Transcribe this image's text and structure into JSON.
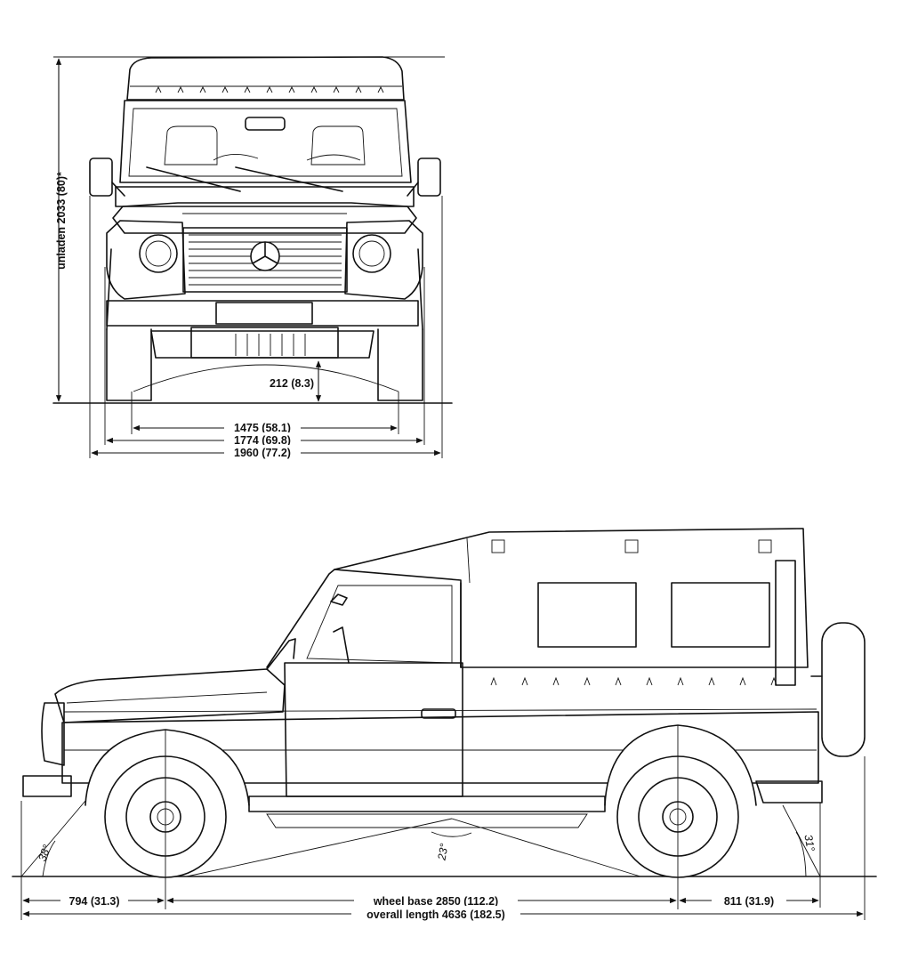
{
  "front_view": {
    "height_label": "unladen 2033 (80)*",
    "ground_clearance_label": "212 (8.3)",
    "track_label": "1475 (58.1)",
    "body_width_label": "1774 (69.8)",
    "overall_width_label": "1960 (77.2)"
  },
  "side_view": {
    "approach_angle_label": "38°",
    "breakover_angle_label": "23°",
    "departure_angle_label": "31°",
    "front_overhang_label": "794 (31.3)",
    "wheelbase_label": "wheel base 2850 (112.2)",
    "rear_overhang_label": "811 (31.9)",
    "overall_length_label": "overall length 4636 (182.5)"
  }
}
